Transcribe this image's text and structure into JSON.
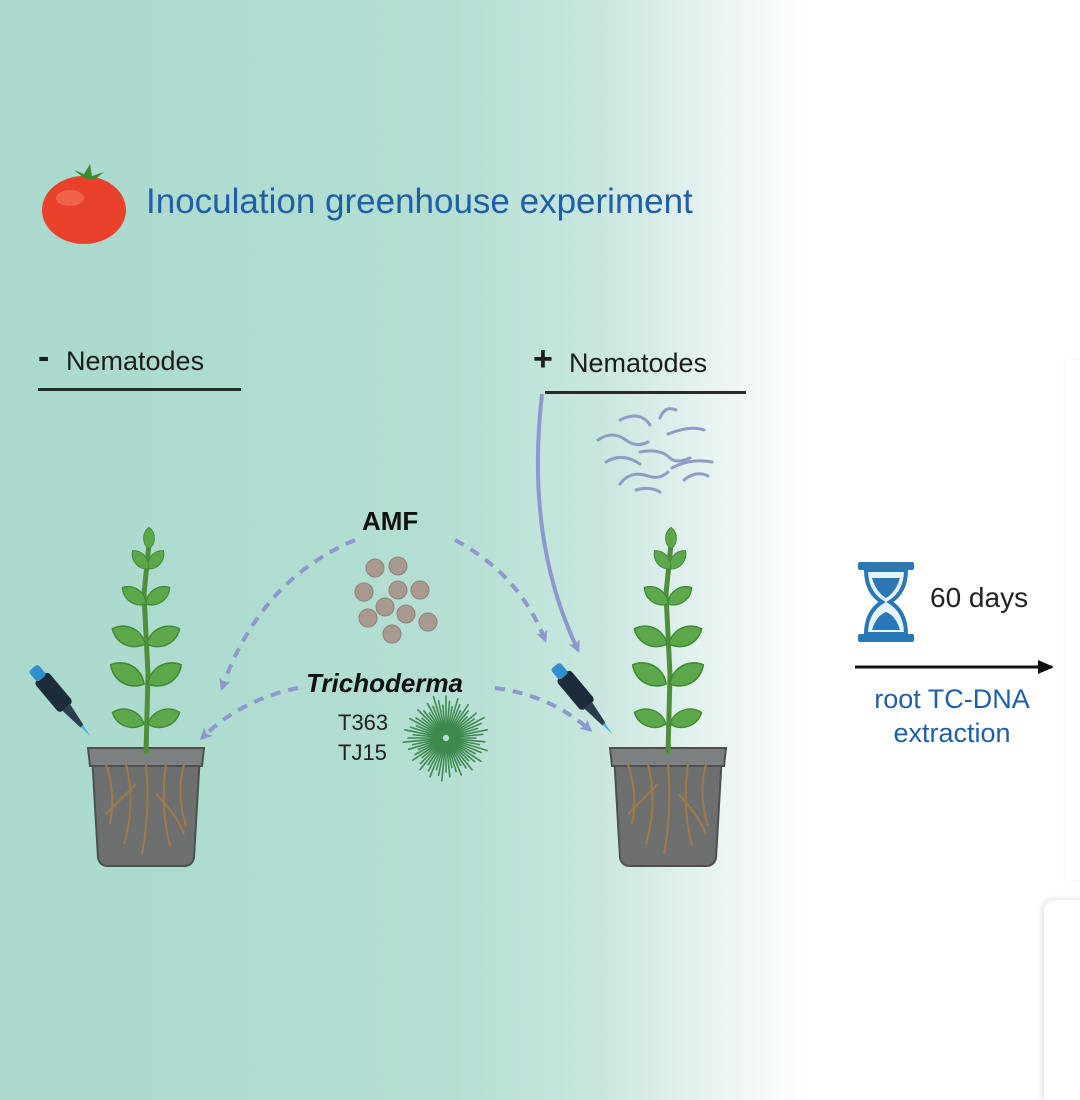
{
  "title": "Inoculation greenhouse experiment",
  "groups": {
    "minus": {
      "sign": "-",
      "label": "Nematodes"
    },
    "plus": {
      "sign": "+",
      "label": "Nematodes"
    }
  },
  "inoculants": {
    "amf": "AMF",
    "trichoderma": "Trichoderma",
    "strains": [
      "T363",
      "TJ15"
    ]
  },
  "duration": "60 days",
  "step": {
    "line1": "root TC-DNA",
    "line2": "extraction"
  },
  "icons": [
    "tomato-icon",
    "pipette-icon",
    "hourglass-icon",
    "nematodes-icon",
    "spores-icon",
    "fungus-icon",
    "plant-pot-icon"
  ],
  "colors": {
    "title_blue": "#1f5fa8",
    "arrow_purple": "#8f97cf",
    "leaf_green": "#5ca84a",
    "pot_gray": "#6e7070",
    "spore_brown": "#a89a8f",
    "hourglass_blue": "#2a77b6"
  }
}
